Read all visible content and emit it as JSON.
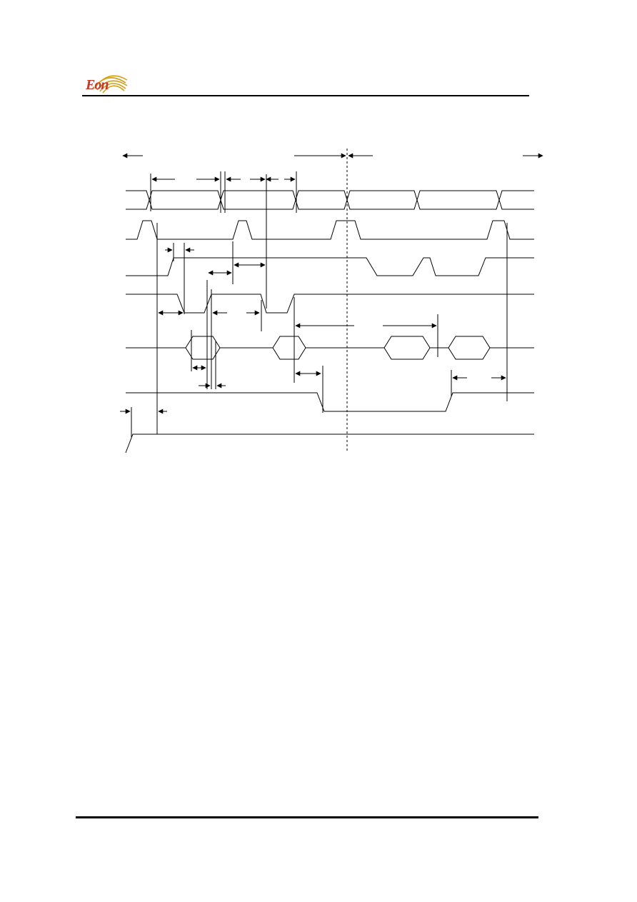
{
  "header": {
    "logo_text": "Eon"
  },
  "colors": {
    "logo_red": "#c0392b",
    "logo_gold": "#d4a017",
    "line": "#000000"
  },
  "diagram": {
    "type": "timing-diagram",
    "signal_count": 7
  }
}
